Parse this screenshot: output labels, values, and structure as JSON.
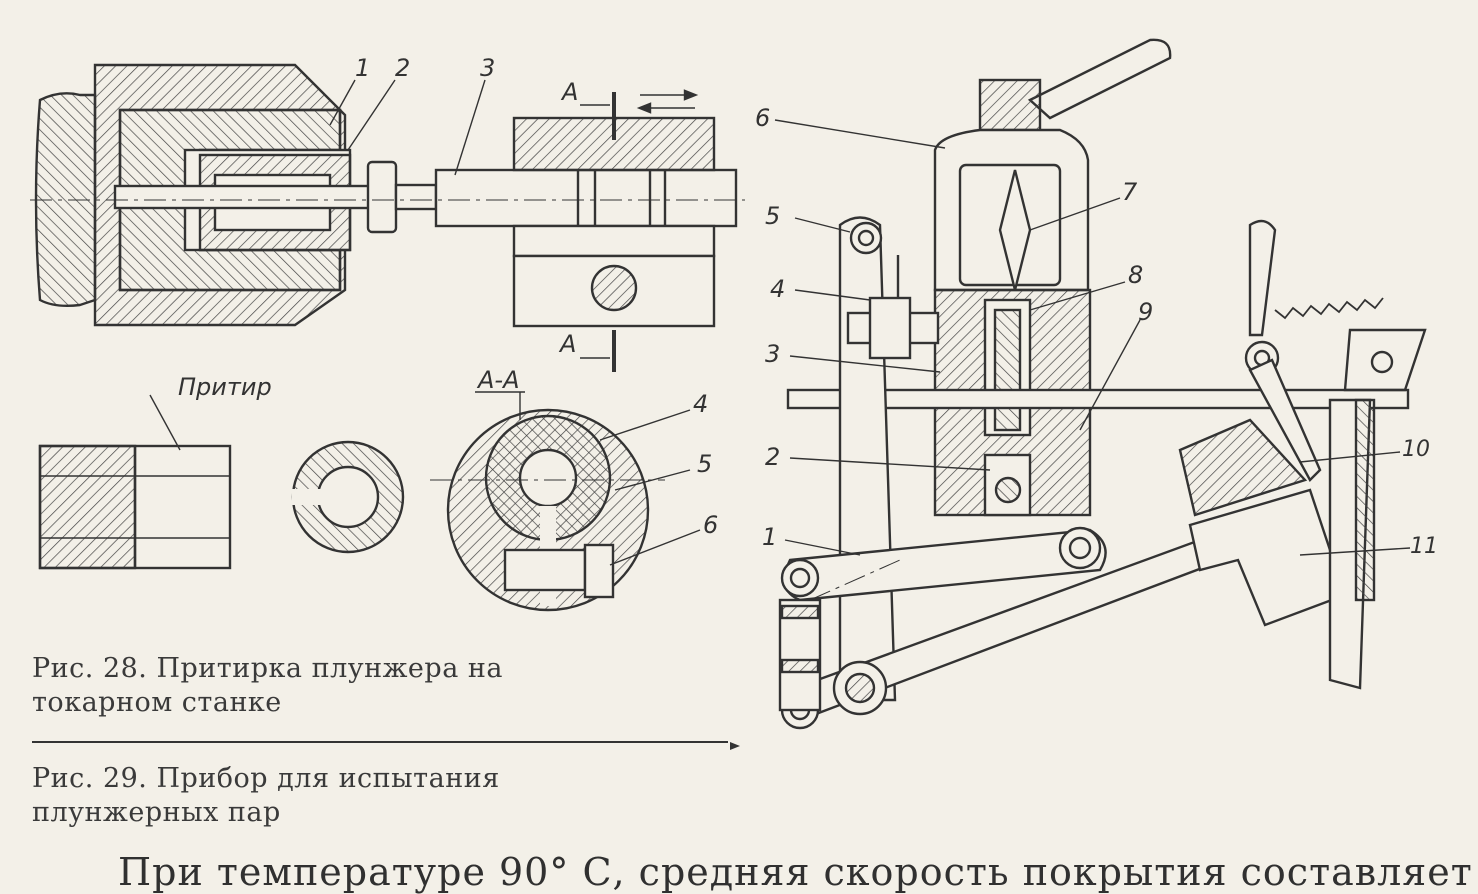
{
  "captions": {
    "fig28_line1": "Рис. 28. Притирка плунжера на",
    "fig28_line2": "токарном станке",
    "fig29_line1": "Рис. 29. Прибор для испытания",
    "fig29_line2": "плунжерных пар"
  },
  "body_text": "При температуре 90° С, средняя скорость покрытия составляет",
  "fig28": {
    "part_labels": [
      "1",
      "2",
      "3",
      "4",
      "5",
      "6"
    ],
    "section_mark": "А",
    "section_title": "А-А",
    "lap_label": "Притир"
  },
  "fig29": {
    "part_labels": [
      "1",
      "2",
      "3",
      "4",
      "5",
      "6",
      "7",
      "8",
      "9",
      "10",
      "11"
    ]
  },
  "colors": {
    "paper": "#f3f0e8",
    "ink": "#333333"
  }
}
